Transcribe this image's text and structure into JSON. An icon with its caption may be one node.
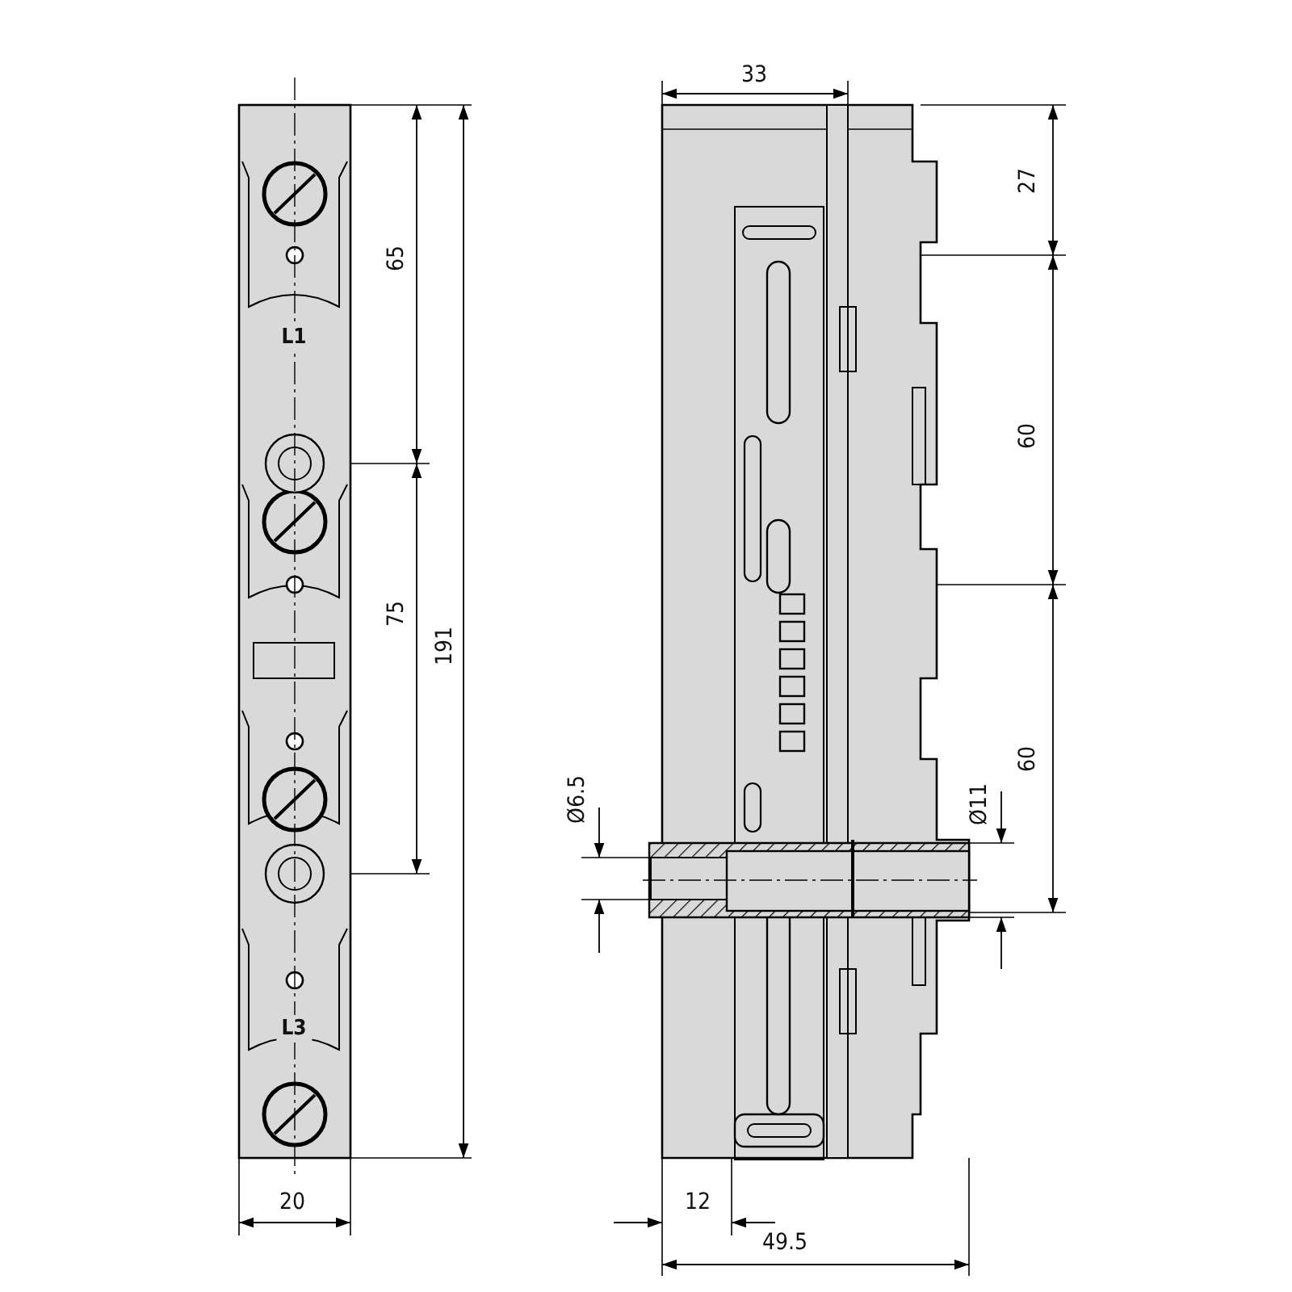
{
  "diagram": {
    "labels": [
      "33",
      "27",
      "65",
      "L1",
      "60",
      "75",
      "191",
      "60",
      "Ø6.5",
      "Ø11",
      "L3",
      "20",
      "12",
      "49.5"
    ]
  }
}
